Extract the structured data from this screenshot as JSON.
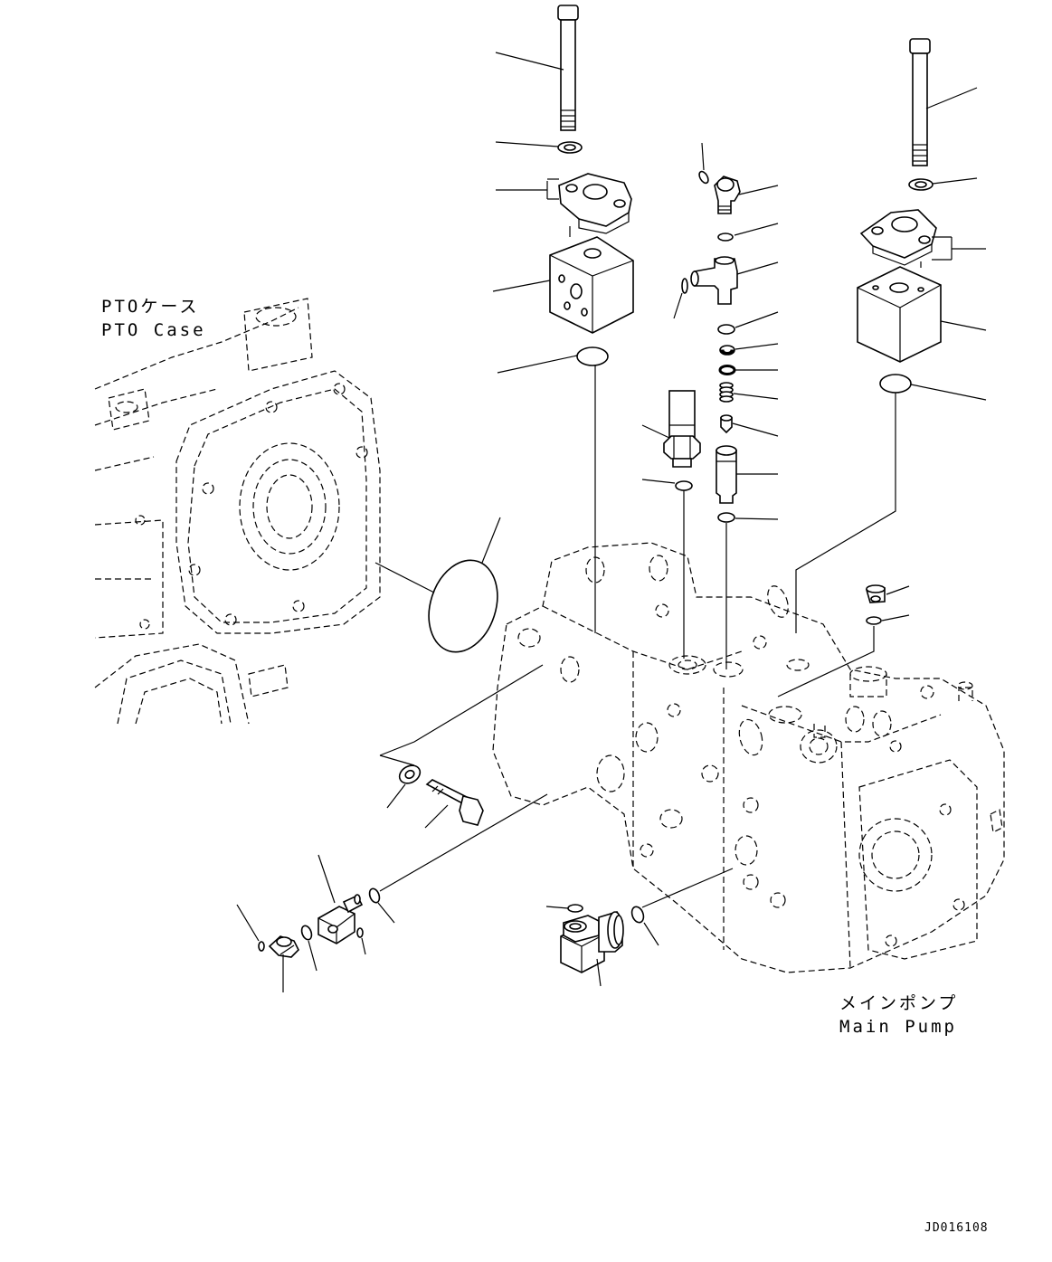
{
  "labels": {
    "pto_case_jp": "PTOケース",
    "pto_case_en": "PTO Case",
    "main_pump_jp": "メインポンプ",
    "main_pump_en": "Main Pump"
  },
  "drawing_code": "JD016108"
}
